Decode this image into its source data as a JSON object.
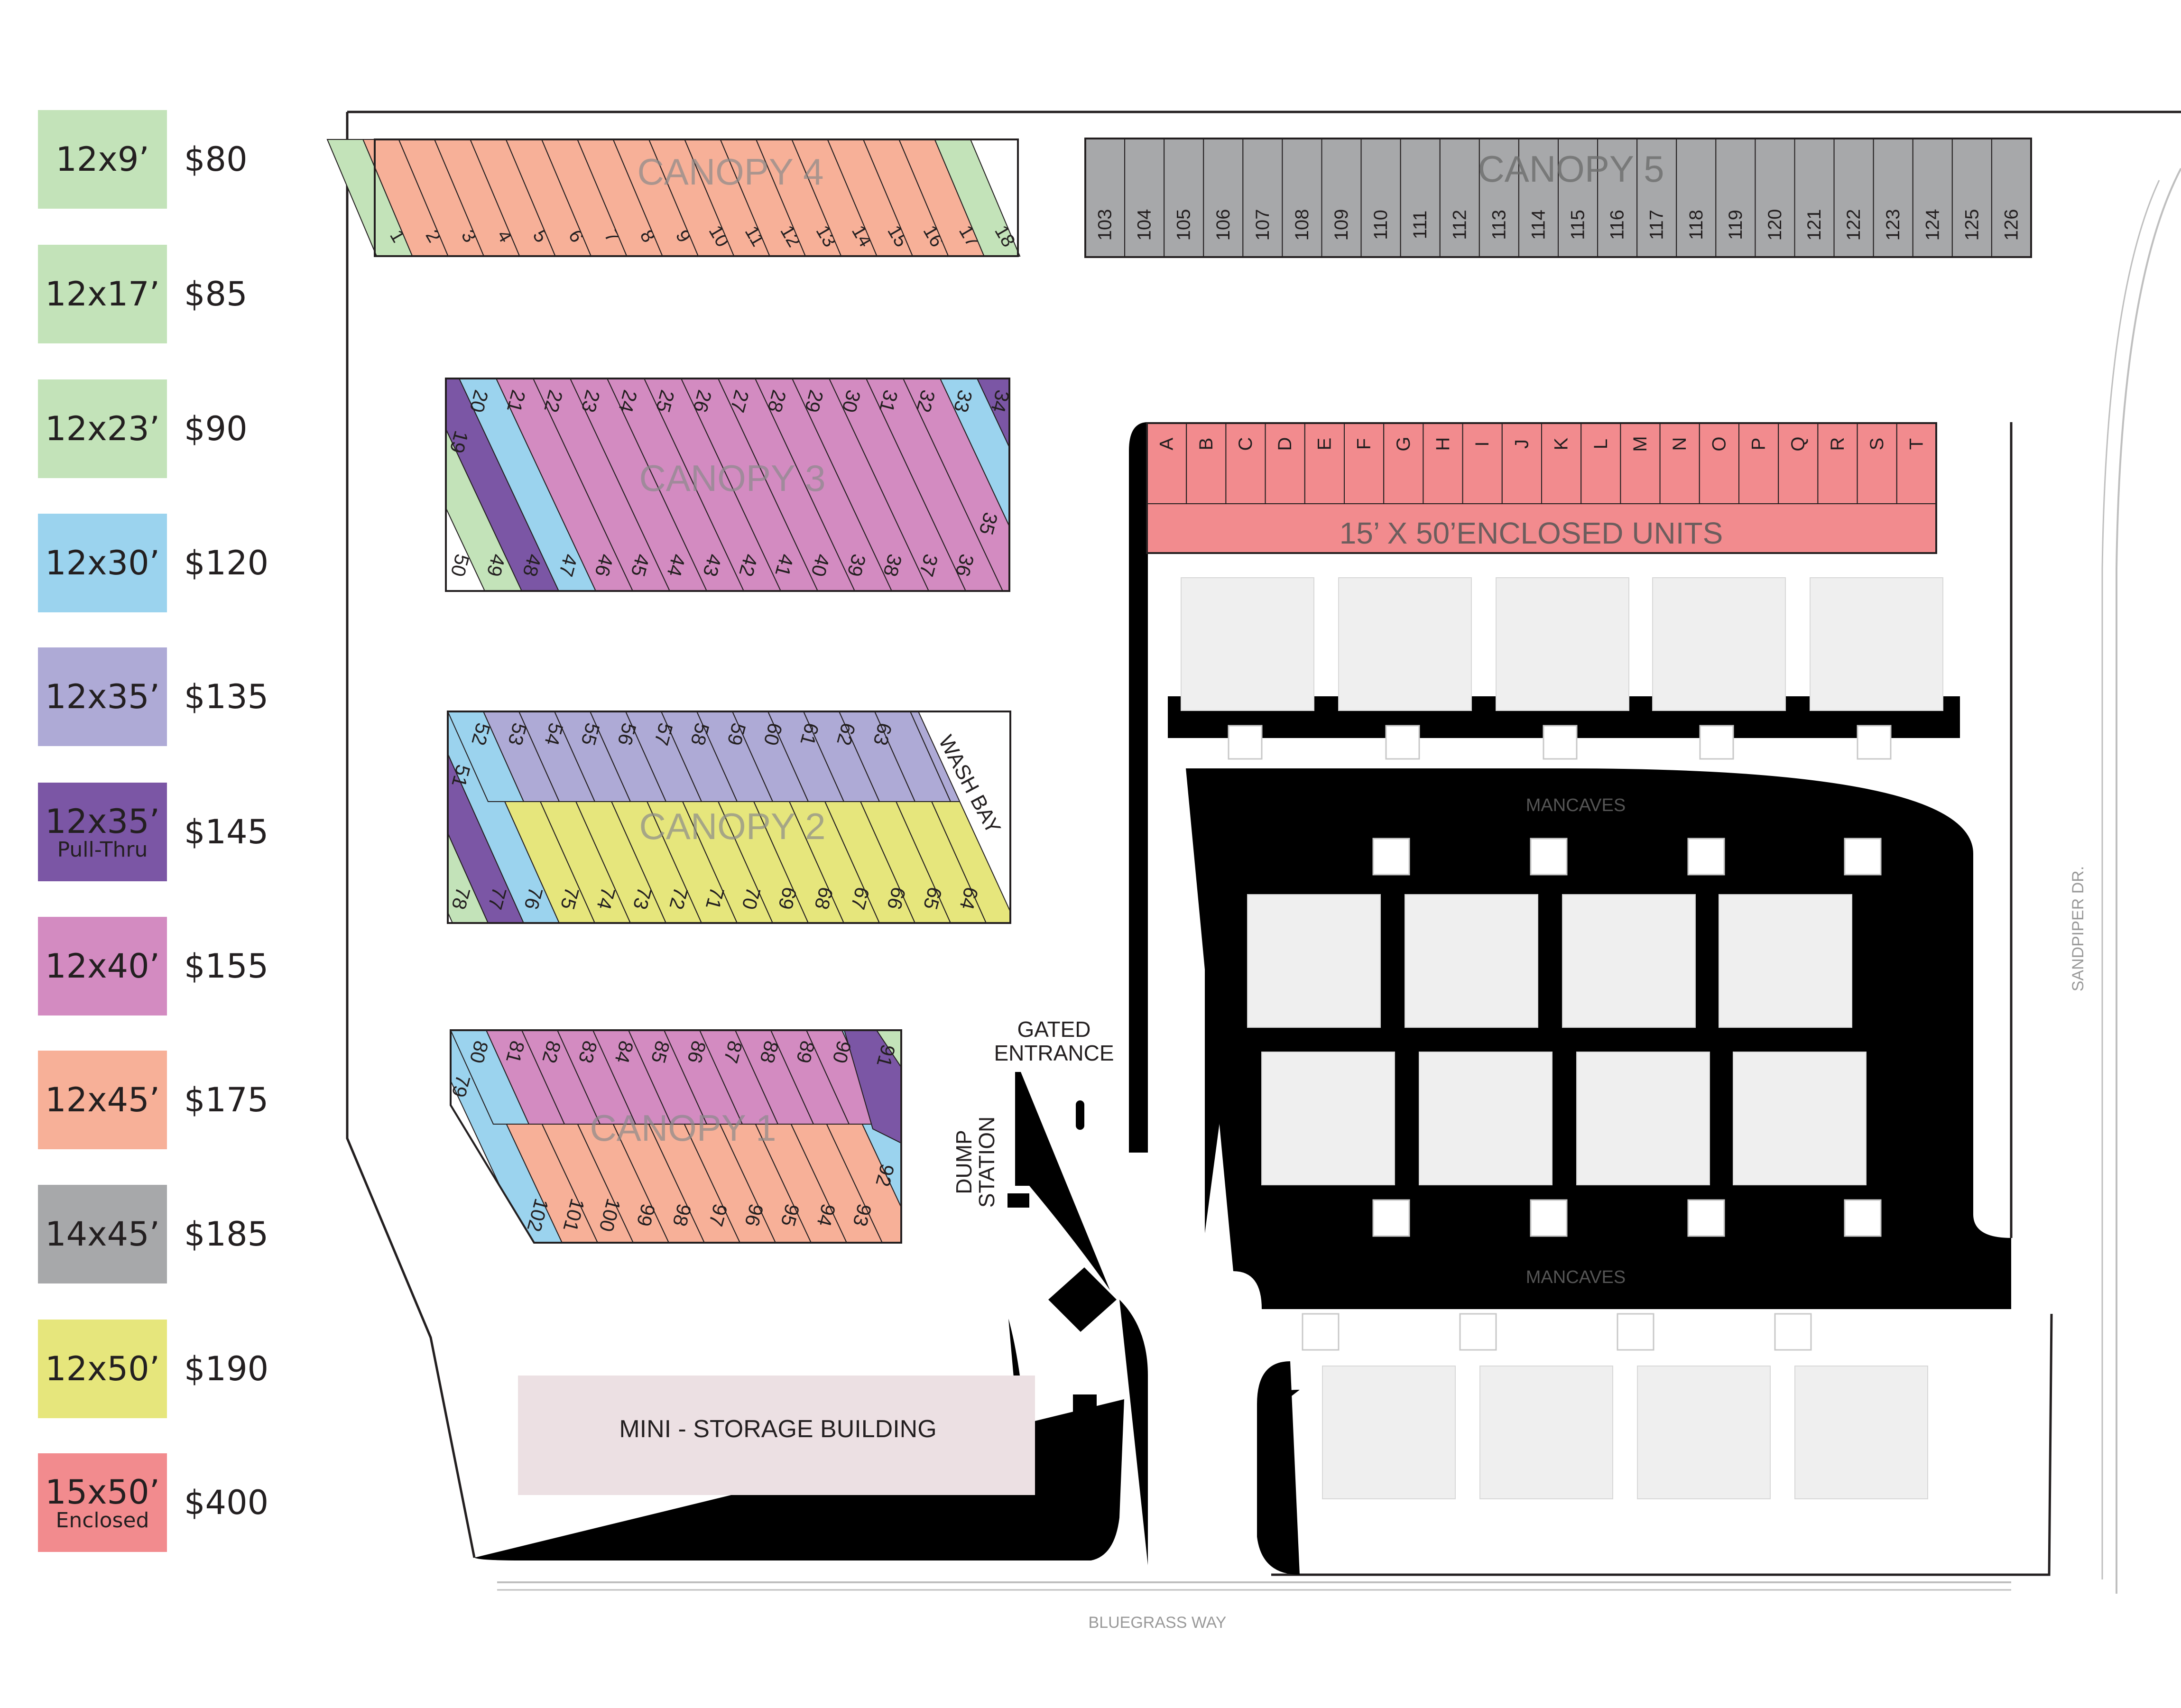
{
  "legend": [
    {
      "size": "12x9’",
      "sub": "",
      "price": "$80",
      "color": "#c3e3b9"
    },
    {
      "size": "12x17’",
      "sub": "",
      "price": "$85",
      "color": "#c3e3b9"
    },
    {
      "size": "12x23’",
      "sub": "",
      "price": "$90",
      "color": "#c3e3b9"
    },
    {
      "size": "12x30’",
      "sub": "",
      "price": "$120",
      "color": "#9bd3ee"
    },
    {
      "size": "12x35’",
      "sub": "",
      "price": "$135",
      "color": "#aeaad6"
    },
    {
      "size": "12x35’",
      "sub": "Pull-Thru",
      "price": "$145",
      "color": "#7b56a5"
    },
    {
      "size": "12x40’",
      "sub": "",
      "price": "$155",
      "color": "#d38bc1"
    },
    {
      "size": "12x45’",
      "sub": "",
      "price": "$175",
      "color": "#f7b098"
    },
    {
      "size": "14x45’",
      "sub": "",
      "price": "$185",
      "color": "#a7a8aa"
    },
    {
      "size": "12x50’",
      "sub": "",
      "price": "$190",
      "color": "#e6e67c"
    },
    {
      "size": "15x50’",
      "sub": "Enclosed",
      "price": "$400",
      "color": "#f28b8e"
    }
  ],
  "canopies": {
    "canopy4": {
      "title": "CANOPY 4",
      "units": [
        "1",
        "2",
        "3",
        "4",
        "5",
        "6",
        "7",
        "8",
        "9",
        "10",
        "11",
        "12",
        "13",
        "14",
        "15",
        "16",
        "17",
        "18"
      ]
    },
    "canopy5": {
      "title": "CANOPY 5",
      "units": [
        "103",
        "104",
        "105",
        "106",
        "107",
        "108",
        "109",
        "110",
        "111",
        "112",
        "113",
        "114",
        "115",
        "116",
        "117",
        "118",
        "119",
        "120",
        "121",
        "122",
        "123",
        "124",
        "125",
        "126"
      ]
    },
    "canopy3": {
      "title": "CANOPY 3",
      "top_units": [
        "19",
        "20",
        "21",
        "22",
        "23",
        "24",
        "25",
        "26",
        "27",
        "28",
        "29",
        "30",
        "31",
        "32",
        "33",
        "34"
      ],
      "bottom_units": [
        "50",
        "49",
        "48",
        "47",
        "46",
        "45",
        "44",
        "43",
        "42",
        "41",
        "40",
        "39",
        "38",
        "37",
        "36",
        "35"
      ]
    },
    "canopy2": {
      "title": "CANOPY 2",
      "top_units": [
        "51",
        "52",
        "53",
        "54",
        "55",
        "56",
        "57",
        "58",
        "59",
        "60",
        "61",
        "62",
        "63"
      ],
      "bottom_units": [
        "78",
        "77",
        "76",
        "75",
        "74",
        "73",
        "72",
        "71",
        "70",
        "69",
        "68",
        "67",
        "66",
        "65",
        "64"
      ],
      "wash_bay": "WASH BAY"
    },
    "canopy1": {
      "title": "CANOPY 1",
      "top_units": [
        "79",
        "80",
        "81",
        "82",
        "83",
        "84",
        "85",
        "86",
        "87",
        "88",
        "89",
        "90",
        "91"
      ],
      "bottom_units": [
        "102",
        "101",
        "100",
        "99",
        "98",
        "97",
        "96",
        "95",
        "94",
        "93",
        "92"
      ]
    }
  },
  "enclosed": {
    "title": "15’ X 50’ENCLOSED UNITS",
    "units": [
      "A",
      "B",
      "C",
      "D",
      "E",
      "F",
      "G",
      "H",
      "I",
      "J",
      "K",
      "L",
      "M",
      "N",
      "O",
      "P",
      "Q",
      "R",
      "S",
      "T"
    ]
  },
  "labels": {
    "mancaves_1": "MANCAVES",
    "mancaves_2": "MANCAVES",
    "gated_line1": "GATED",
    "gated_line2": "ENTRANCE",
    "dump_line1": "DUMP",
    "dump_line2": "STATION",
    "mini_storage": "MINI - STORAGE BUILDING",
    "bluegrass": "BLUEGRASS WAY",
    "sandpiper": "SANDPIPER DR."
  },
  "colors": {
    "green": "#c3e3b9",
    "blue": "#9bd3ee",
    "lavender": "#aeaad6",
    "purple": "#7b56a5",
    "pink": "#d38bc1",
    "salmon": "#f7b098",
    "gray": "#a7a8aa",
    "yellow": "#e6e67c",
    "red": "#f28b8e",
    "mini": "#ece0e3",
    "building": "#efefef"
  }
}
